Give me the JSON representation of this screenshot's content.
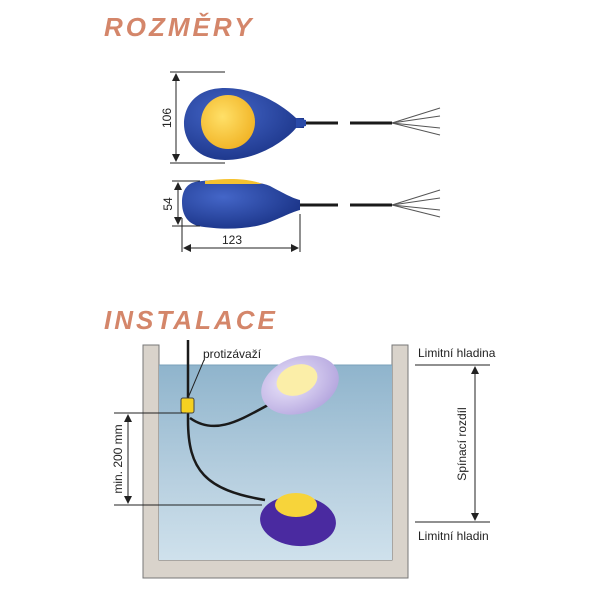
{
  "headings": {
    "dimensions": "ROZMĚRY",
    "installation": "INSTALACE"
  },
  "dimensions": {
    "height_top_view": "106",
    "height_side_view": "54",
    "length": "123"
  },
  "installation_labels": {
    "counterweight": "protizávaží",
    "min_distance": "min. 200 mm",
    "upper_level": "Limitní hladina",
    "lower_level": "Limitní hladin",
    "switching_difference": "Spínací rozdíl"
  },
  "colors": {
    "heading": "#d4866a",
    "float_body": "#22409a",
    "float_cap": "#f7c530",
    "float_body_light": "#c0b4e6",
    "float_cap_light": "#fbefb0",
    "water": "#a9c7da",
    "tank_wall": "#d6d0c8"
  }
}
